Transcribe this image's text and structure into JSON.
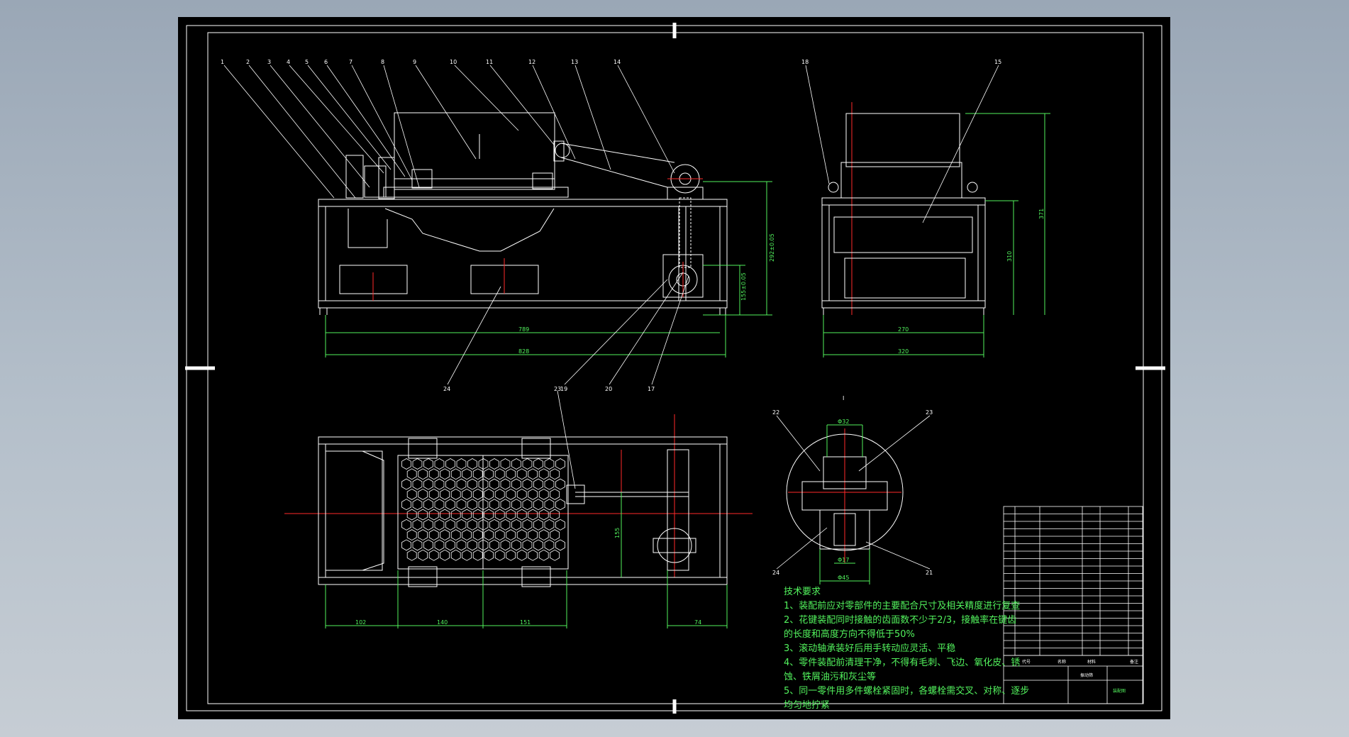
{
  "colors": {
    "background": "#a9b4c0",
    "sheet": "#000000",
    "line": "#ffffff",
    "center": "#ff2a2a",
    "dimension": "#52f25d"
  },
  "views": {
    "front": {
      "balloons": [
        "1",
        "2",
        "3",
        "4",
        "5",
        "6",
        "7",
        "8",
        "9",
        "10",
        "11",
        "12",
        "13",
        "14",
        "24",
        "19",
        "20",
        "17"
      ],
      "dims": {
        "len_inner": "789",
        "len_total": "828",
        "height_a": "292±0.05",
        "height_b": "155±0.05"
      }
    },
    "side": {
      "balloons": [
        "18",
        "15"
      ],
      "dims": {
        "w_inner": "270",
        "w_total": "320",
        "h_inner": "310",
        "h_total": "371"
      }
    },
    "top": {
      "balloons": [
        "23"
      ],
      "dims": {
        "d1": "102",
        "d2": "140",
        "d3": "151",
        "d4": "74",
        "d5": "155"
      }
    },
    "detail": {
      "title": "I",
      "balloons": [
        "22",
        "23",
        "24",
        "21"
      ],
      "dims": {
        "top": "Φ32",
        "mid": "Φ17",
        "bottom": "Φ45"
      }
    }
  },
  "tech": {
    "heading": "技术要求",
    "line1": "1、装配前应对零部件的主要配合尺寸及相关精度进行复查",
    "line2": "2、花键装配同时接触的齿面数不少于2/3，接触率在键齿",
    "line2b": "的长度和高度方向不得低于50%",
    "line3": "3、滚动轴承装好后用手转动应灵活、平稳",
    "line4": "4、零件装配前清理干净，不得有毛刺、飞边、氧化皮、锈",
    "line4b": "蚀、铁屑油污和灰尘等",
    "line5": "5、同一零件用多件螺栓紧固时，各螺栓需交叉、对称、逐步",
    "line5b": "均匀地拧紧"
  },
  "title_block": {
    "col1": "代号",
    "col2": "名称",
    "col3": "材料",
    "col4": "备注",
    "name": "振动筛",
    "sub": "装配图"
  }
}
